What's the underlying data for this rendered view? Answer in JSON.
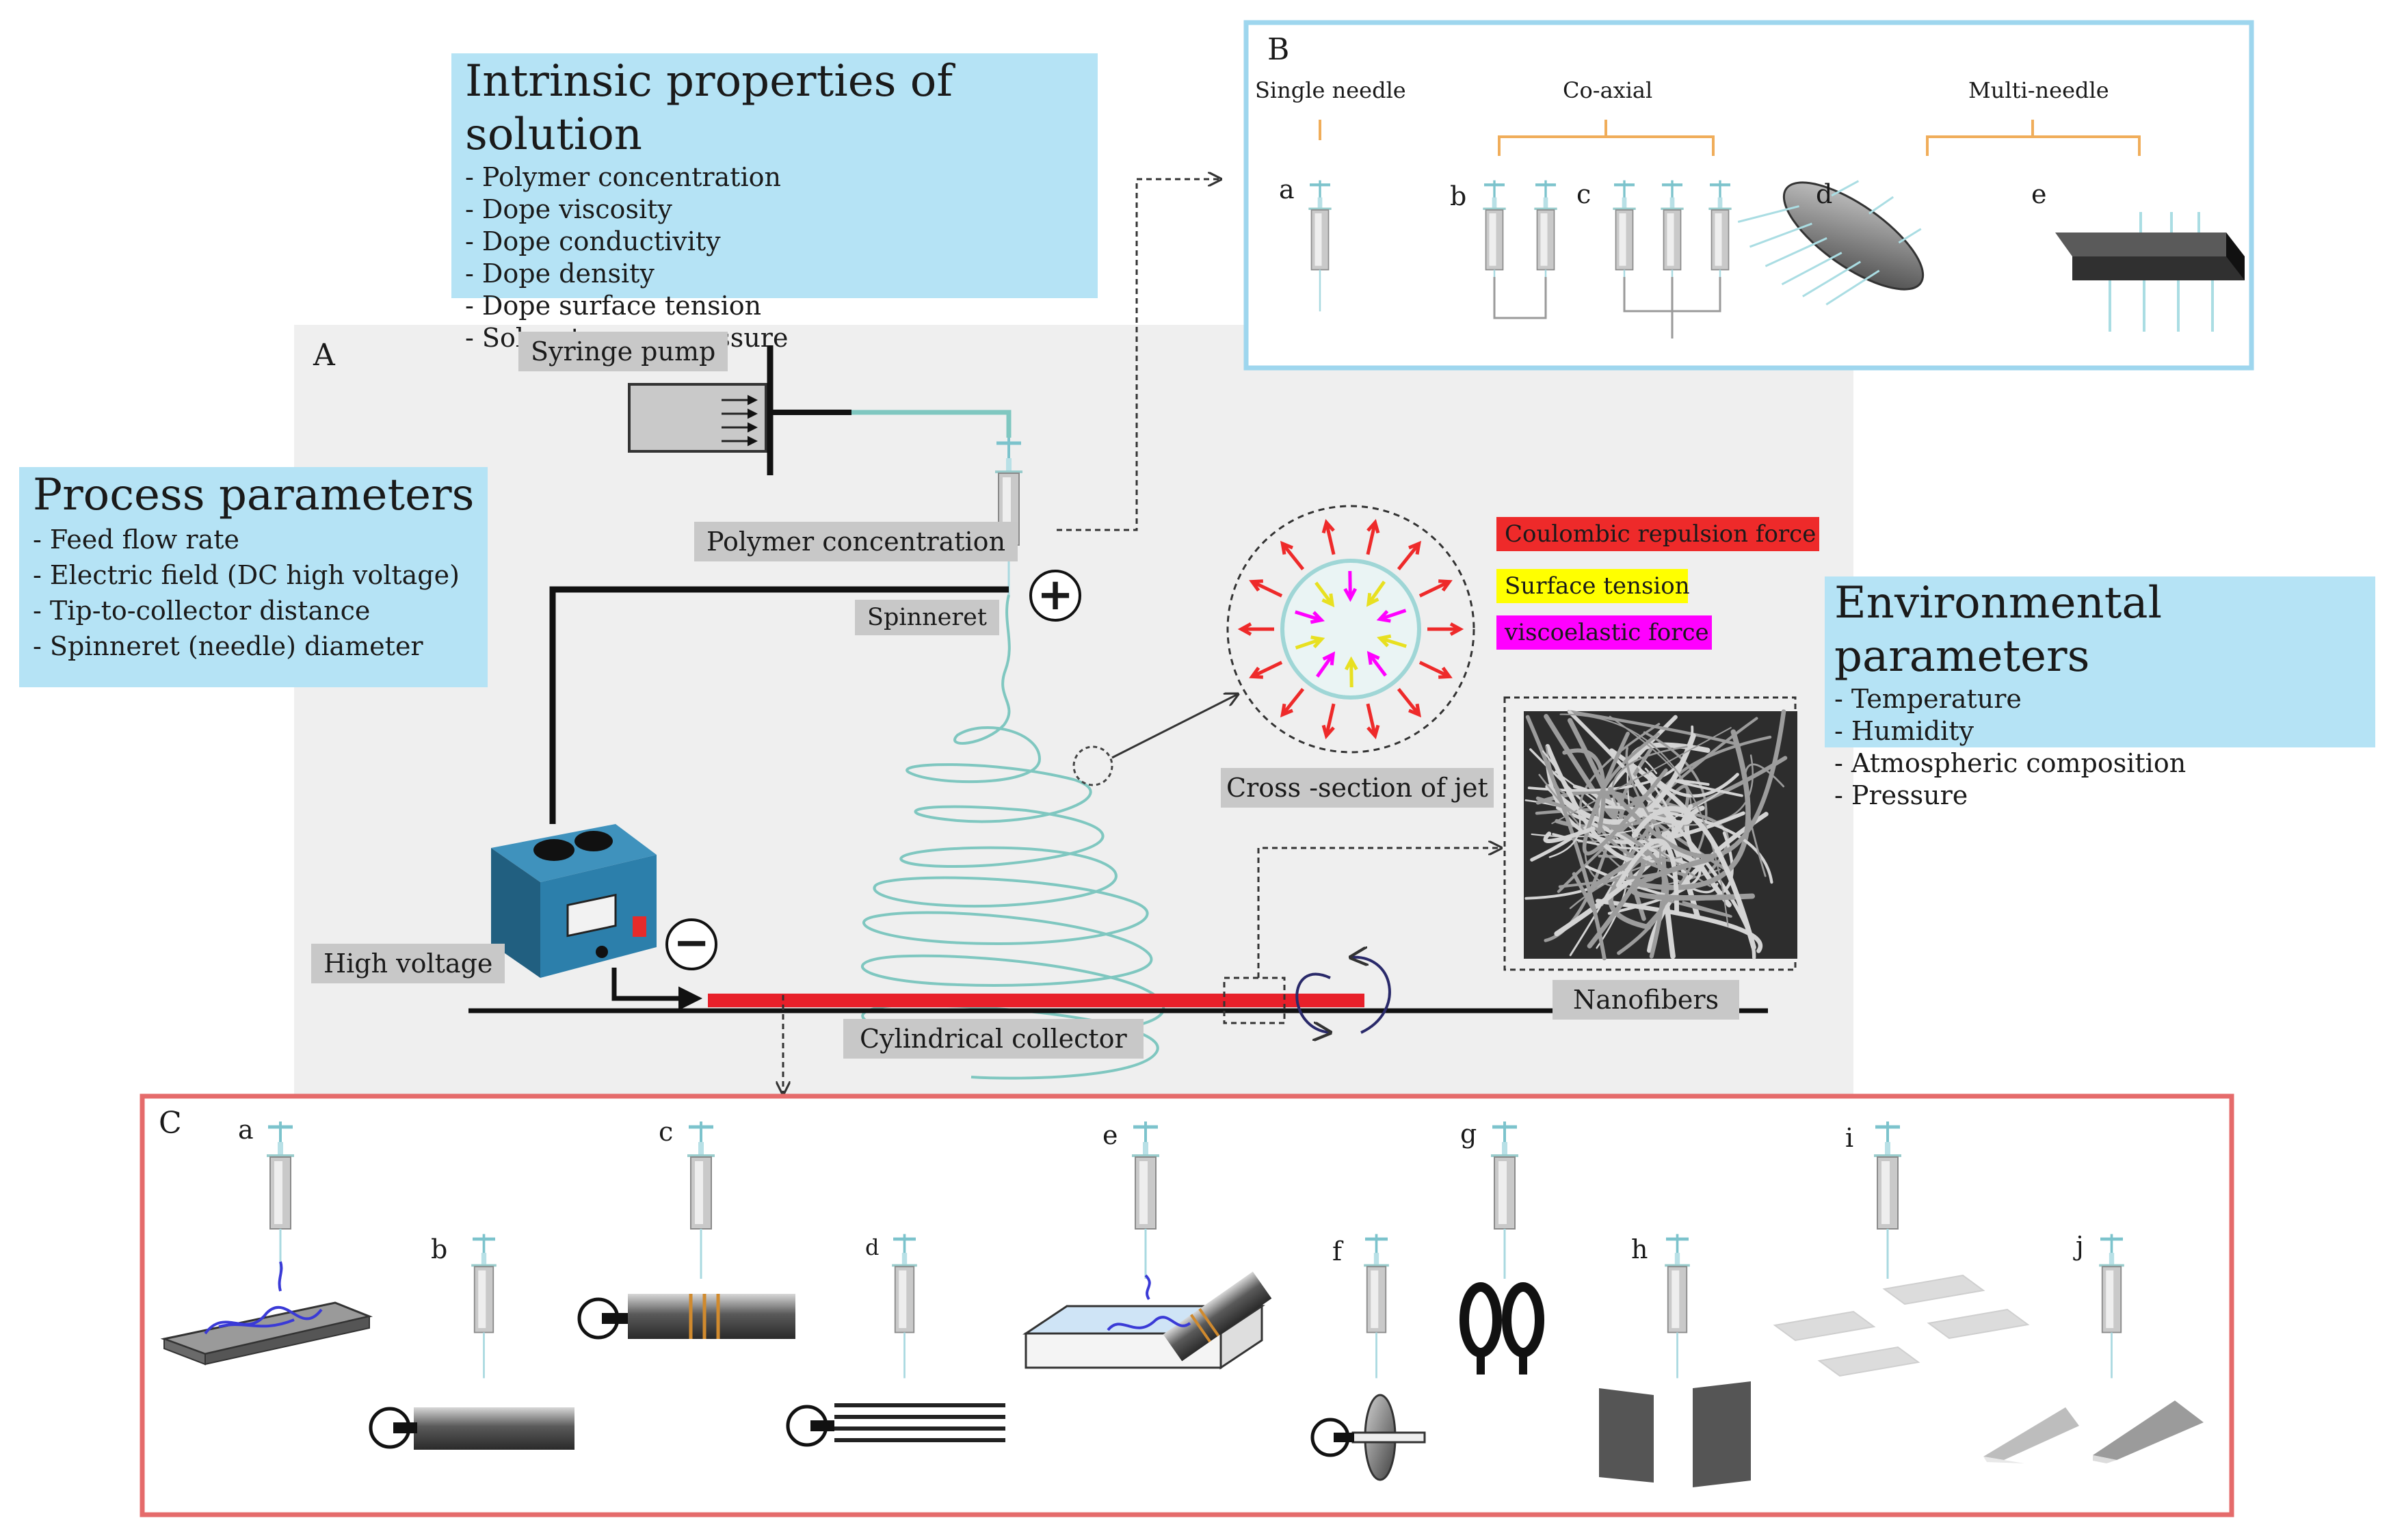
{
  "panels": {
    "a": "A",
    "b": "B",
    "c": "C"
  },
  "intrinsic": {
    "title": "Intrinsic properties of solution",
    "items": [
      "- Polymer concentration",
      "- Dope viscosity",
      "- Dope conductivity",
      "- Dope density",
      "- Dope surface tension",
      "- Solvent vapor pressure"
    ]
  },
  "process": {
    "title": "Process parameters",
    "items": [
      "- Feed flow rate",
      "- Electric field (DC high voltage)",
      "- Tip-to-collector distance",
      "- Spinneret (needle) diameter"
    ]
  },
  "environmental": {
    "title": "Environmental parameters",
    "items": [
      "- Temperature",
      "- Humidity",
      "- Atmospheric composition",
      "- Pressure"
    ]
  },
  "labels": {
    "syringe_pump": "Syringe pump",
    "polymer_concentration": "Polymer concentration",
    "spinneret": "Spinneret",
    "high_voltage": "High voltage",
    "cylindrical_collector": "Cylindrical collector",
    "cross_section": "Cross -section of jet",
    "nanofibers": "Nanofibers"
  },
  "forces": [
    {
      "label": "Coulombic repulsion force",
      "color": "#ee2a2a"
    },
    {
      "label": "Surface tension",
      "color": "#ffff00"
    },
    {
      "label": "viscoelastic force",
      "color": "#ff00ff"
    }
  ],
  "panel_b": {
    "groups": [
      "Single needle",
      "Co-axial",
      "Multi-needle"
    ],
    "letters": [
      "a",
      "b",
      "c",
      "d",
      "e"
    ]
  },
  "panel_c": {
    "letters": [
      "a",
      "b",
      "c",
      "d",
      "e",
      "f",
      "g",
      "h",
      "i",
      "j"
    ]
  },
  "colors": {
    "panel_b_border": "#9ed6ee",
    "panel_c_border": "#e56b6b",
    "collector": "#e8202a",
    "jet": "#7fc7c0",
    "hv_box": "#2e7ea6",
    "fiber_blue": "#3a3ad6",
    "bracket": "#f0ad5a"
  },
  "symbols": {
    "positive": "+",
    "negative": "−"
  }
}
